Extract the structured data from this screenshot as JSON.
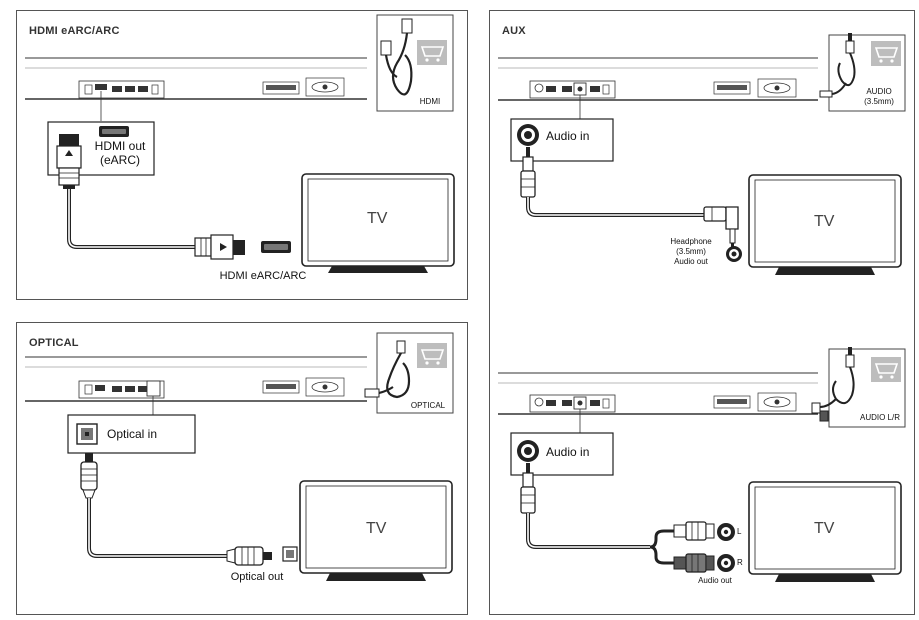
{
  "panels": {
    "hdmi": {
      "title": "HDMI eARC/ARC",
      "cable_label": "HDMI",
      "box_label_line1": "HDMI out",
      "box_label_line2": "(eARC)",
      "tv_label": "TV",
      "tv_port_label": "HDMI eARC/ARC",
      "icons": [
        "hdmi-cable-icon",
        "cart-icon",
        "hdmi-port-icon",
        "hdmi-plug-icon",
        "tv-icon"
      ]
    },
    "aux": {
      "title": "AUX",
      "cable_label_line1": "AUDIO",
      "cable_label_line2": "(3.5mm)",
      "box_label": "Audio in",
      "tv_label": "TV",
      "tv_port_line1": "Headphone",
      "tv_port_line2": "(3.5mm)",
      "tv_port_line3": "Audio out",
      "icons": [
        "audio-cable-icon",
        "cart-icon",
        "audio-jack-icon",
        "tv-icon"
      ]
    },
    "optical": {
      "title": "OPTICAL",
      "cable_label": "OPTICAL",
      "box_label": "Optical in",
      "tv_label": "TV",
      "tv_port_label": "Optical out",
      "icons": [
        "optical-cable-icon",
        "cart-icon",
        "optical-port-icon",
        "tv-icon"
      ]
    },
    "aux_lr": {
      "cable_label": "AUDIO L/R",
      "box_label": "Audio in",
      "tv_label": "TV",
      "left_label": "L",
      "right_label": "R",
      "tv_port_label": "Audio out",
      "icons": [
        "rca-cable-icon",
        "cart-icon",
        "audio-jack-icon",
        "rca-jack-icon",
        "tv-icon"
      ]
    }
  }
}
